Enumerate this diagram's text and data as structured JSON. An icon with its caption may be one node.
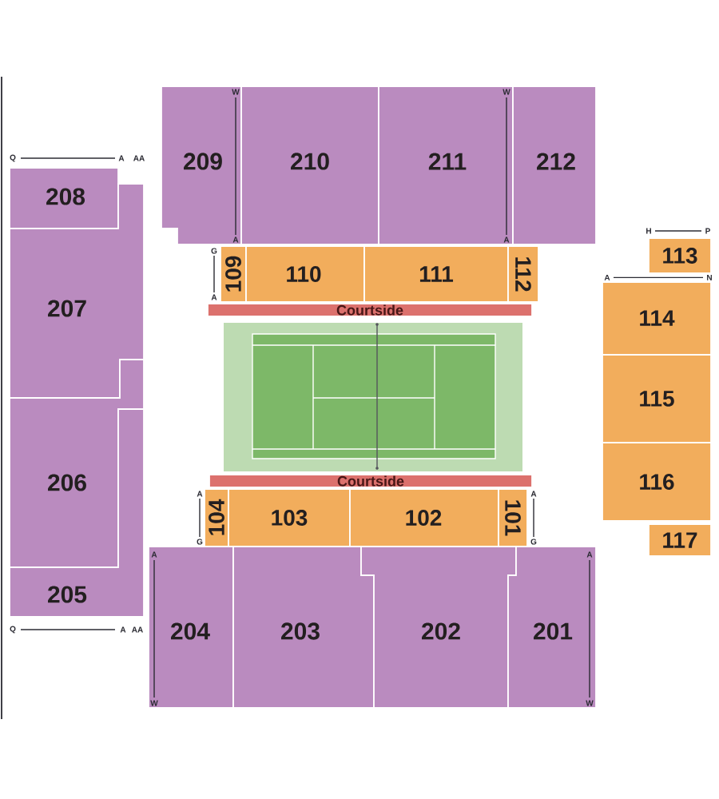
{
  "diagram": {
    "nodes": [
      {
        "text": [
          "209"
        ]
      },
      {
        "text": [
          "210"
        ]
      },
      {
        "text": [
          "211"
        ]
      },
      {
        "text": [
          "212"
        ]
      },
      {
        "text": [
          "208"
        ]
      },
      {
        "text": [
          "207"
        ]
      },
      {
        "text": [
          "206"
        ]
      },
      {
        "text": [
          "205"
        ]
      },
      {
        "text": [
          "109"
        ]
      },
      {
        "text": [
          "110"
        ]
      },
      {
        "text": [
          "111"
        ]
      },
      {
        "text": [
          "112"
        ]
      },
      {
        "text": [
          "Courtside"
        ]
      },
      {
        "text": [
          "Courtside"
        ]
      },
      {
        "text": [
          "104"
        ]
      },
      {
        "text": [
          "103"
        ]
      },
      {
        "text": [
          "102"
        ]
      },
      {
        "text": [
          "101"
        ]
      },
      {
        "text": [
          "113"
        ]
      },
      {
        "text": [
          "114"
        ]
      },
      {
        "text": [
          "115"
        ]
      },
      {
        "text": [
          "116"
        ]
      },
      {
        "text": [
          "117"
        ]
      },
      {
        "text": [
          "204"
        ]
      },
      {
        "text": [
          "203"
        ]
      },
      {
        "text": [
          "202"
        ]
      },
      {
        "text": [
          "201"
        ]
      }
    ],
    "labels": [
      "W",
      "W",
      "Q",
      "A",
      "AA",
      "H",
      "P",
      "A",
      "A",
      "G",
      "A",
      "N",
      "A",
      "A",
      "A",
      "G",
      "G",
      "A",
      "A",
      "Q",
      "A",
      "AA",
      "W",
      "W"
    ]
  }
}
